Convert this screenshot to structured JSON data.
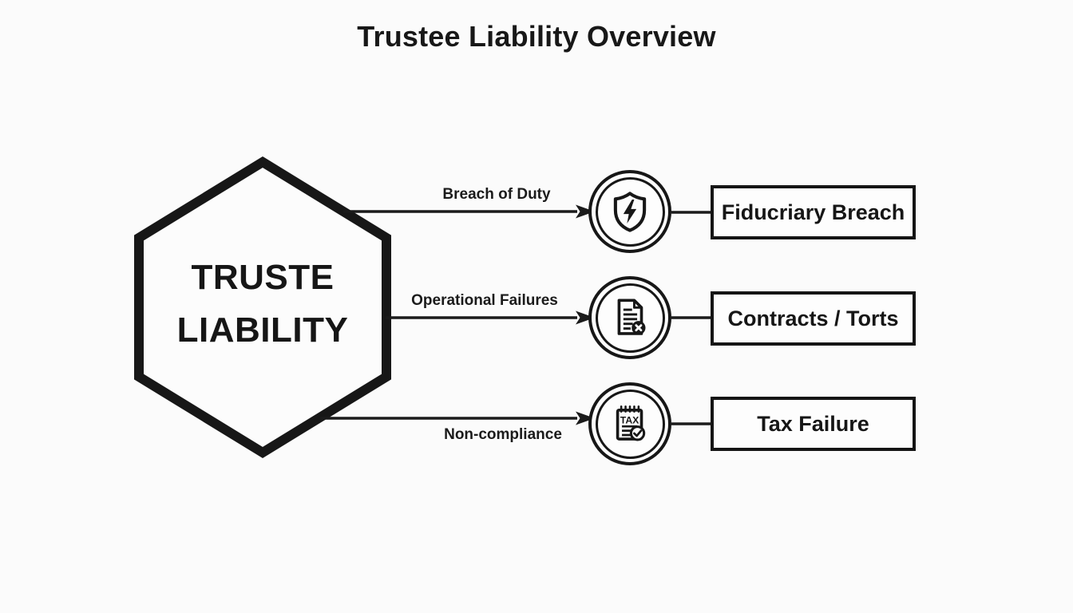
{
  "title": "Trustee Liability Overview",
  "hexagon": {
    "label_line1": "TRUSTE",
    "label_line2": "LIABILITY"
  },
  "rows": [
    {
      "edge_label": "Breach of Duty",
      "icon": "shield-bolt-icon",
      "box_label": "Fiducriary Breach"
    },
    {
      "edge_label": "Operational Failures",
      "icon": "document-error-icon",
      "box_label": "Contracts / Torts"
    },
    {
      "edge_label": "Non-compliance",
      "icon": "tax-checklist-icon",
      "icon_text": "TAX",
      "box_label": "Tax Failure"
    }
  ],
  "colors": {
    "ink": "#171717",
    "background": "#fbfbfb",
    "node_fill": "#fdfdfd"
  }
}
